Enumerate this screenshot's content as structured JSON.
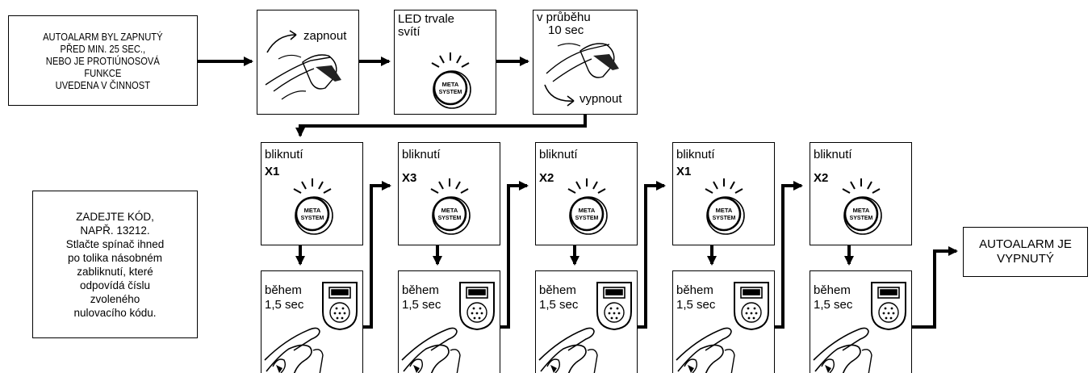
{
  "intro_note": {
    "lines": [
      "AUTOALARM BYL ZAPNUTÝ",
      "PŘED MIN. 25 SEC.,",
      "NEBO JE PROTIÚNOSOVÁ",
      "FUNKCE",
      "UVEDENA V ČINNOST"
    ]
  },
  "code_note": {
    "lines": [
      "ZADEJTE KÓD,",
      "NAPŘ. 13212.",
      "Stlačte spínač ihned",
      "po tolika násobném",
      "zabliknutí, které",
      "odpovídá číslu",
      "zvoleného",
      "nulovacího kódu."
    ]
  },
  "step_on": {
    "label": "zapnout"
  },
  "step_led": {
    "line1": "LED trvale",
    "line2": "svítí"
  },
  "step_off": {
    "line1": "v průběhu",
    "line2": "10 sec",
    "label_off": "vypnout"
  },
  "button_logo": {
    "line1": "META",
    "line2": "SYSTEM"
  },
  "blink_steps": [
    {
      "title": "bliknutí",
      "count": "X1"
    },
    {
      "title": "bliknutí",
      "count": "X3"
    },
    {
      "title": "bliknutí",
      "count": "X2"
    },
    {
      "title": "bliknutí",
      "count": "X1"
    },
    {
      "title": "bliknutí",
      "count": "X2"
    }
  ],
  "press_steps": [
    {
      "line1": "během",
      "line2": "1,5 sec"
    },
    {
      "line1": "během",
      "line2": "1,5 sec"
    },
    {
      "line1": "během",
      "line2": "1,5 sec"
    },
    {
      "line1": "během",
      "line2": "1,5 sec"
    },
    {
      "line1": "během",
      "line2": "1,5 sec"
    }
  ],
  "result": {
    "line1": "AUTOALARM JE",
    "line2": "VYPNUTÝ"
  }
}
